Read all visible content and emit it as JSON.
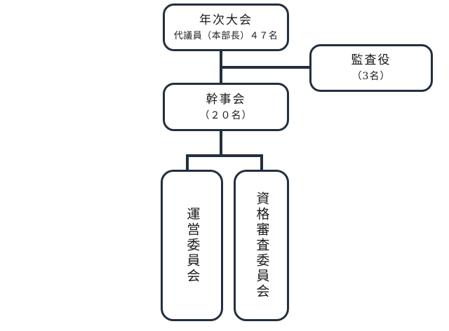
{
  "diagram": {
    "type": "organization-chart",
    "orientation": "top-down",
    "border_color": "#222f3e",
    "background_color": "#ffffff",
    "nodes": {
      "annual_meeting": {
        "title": "年次大会",
        "subtitle": "代議員（本部長）４７名"
      },
      "auditor": {
        "title": "監査役",
        "subtitle": "（3名）"
      },
      "board": {
        "title": "幹事会",
        "subtitle": "（２０名）"
      },
      "steering_committee": {
        "title": "運営委員会"
      },
      "qualification_committee": {
        "title": "資格審査委員会"
      }
    },
    "edges": [
      {
        "from": "annual_meeting",
        "to": "board",
        "style": "vertical-line"
      },
      {
        "from": "annual_meeting",
        "to": "auditor",
        "style": "horizontal-branch"
      },
      {
        "from": "board",
        "to": "steering_committee",
        "style": "tee-branch"
      },
      {
        "from": "board",
        "to": "qualification_committee",
        "style": "tee-branch"
      }
    ]
  }
}
